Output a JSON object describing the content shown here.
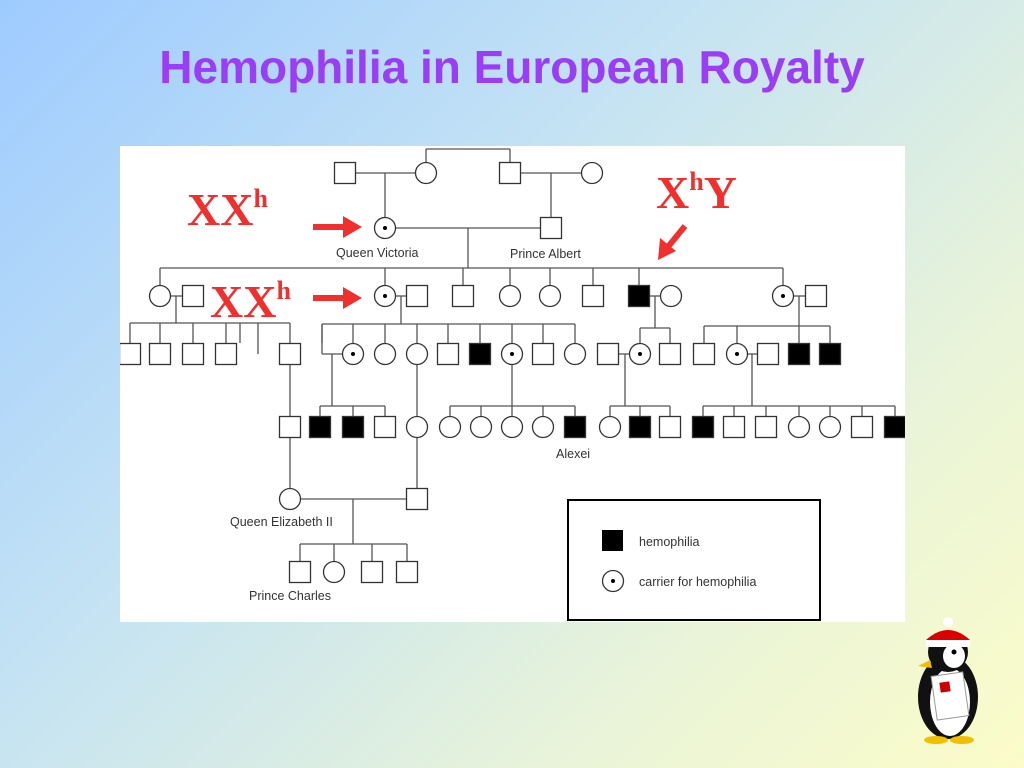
{
  "title": "Hemophilia in European Royalty",
  "annotations": [
    {
      "base": "XX",
      "sup": "h",
      "tail": ""
    },
    {
      "base": "XX",
      "sup": "h",
      "tail": ""
    },
    {
      "base": "X",
      "sup": "h",
      "tail": "Y"
    }
  ],
  "labels": {
    "queen_victoria": "Queen Victoria",
    "prince_albert": "Prince Albert",
    "alexei": "Alexei",
    "queen_elizabeth": "Queen Elizabeth II",
    "prince_charles": "Prince Charles"
  },
  "legend": {
    "hemophilia": "hemophilia",
    "carrier": "carrier for hemophilia"
  },
  "colors": {
    "title": "#9b3df5",
    "annotation": "#f0302e",
    "line": "#555555",
    "affected": "#000000"
  },
  "legend_icons": [
    "filled-square-icon",
    "dotted-circle-icon"
  ],
  "mascot_icon": "penguin-mascot-icon"
}
